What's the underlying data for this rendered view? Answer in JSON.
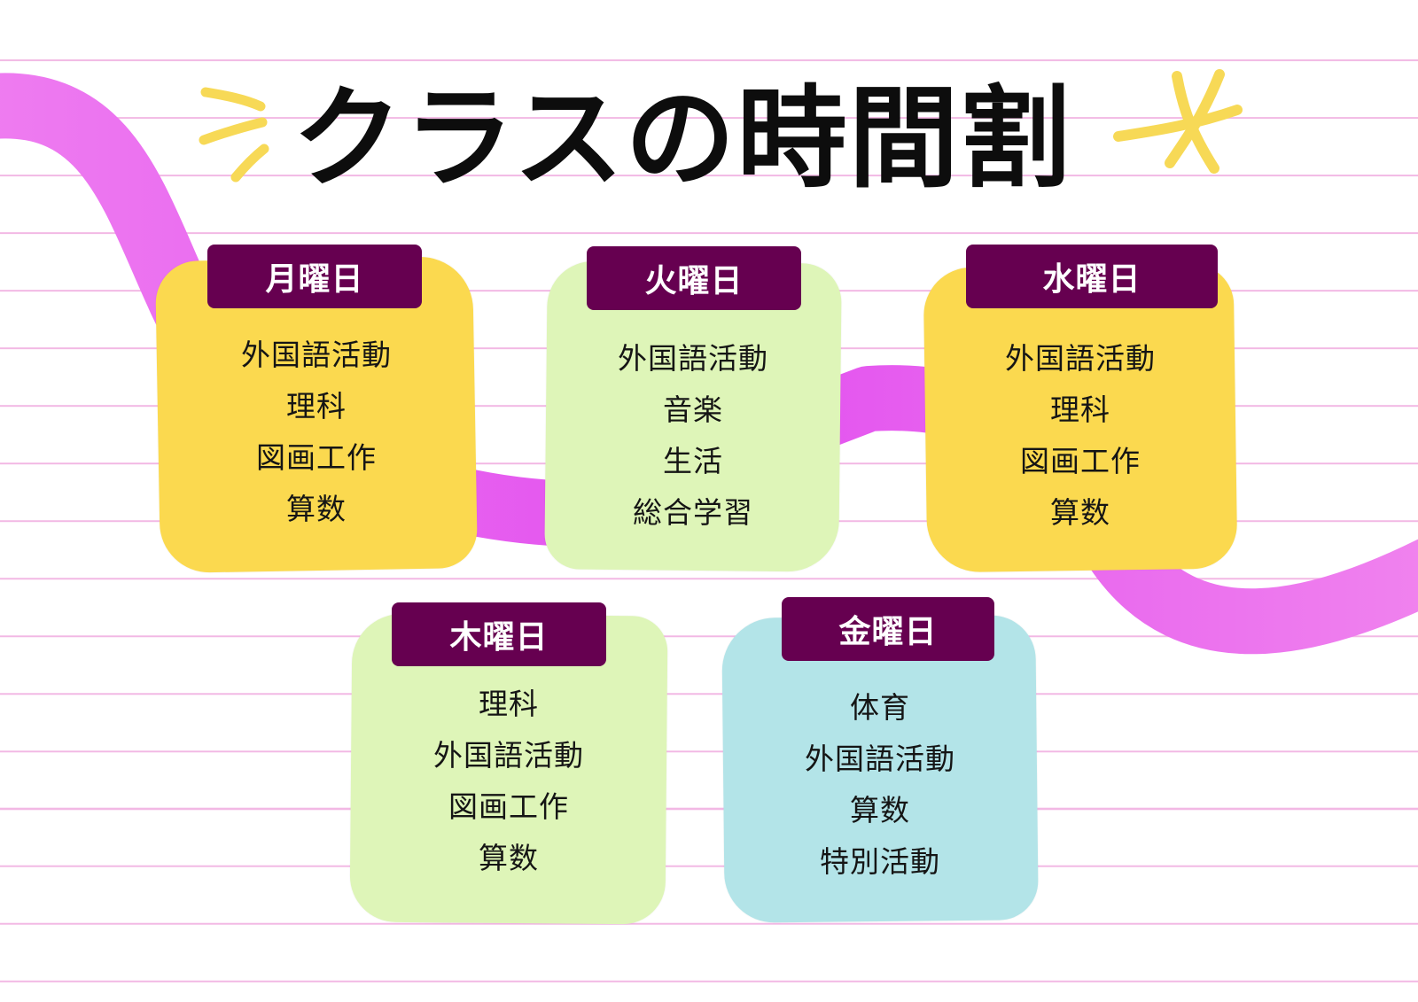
{
  "title": "クラスの時間割",
  "colors": {
    "ribbon": "#e656ef",
    "sparkle": "#f7d956",
    "tab": "#660050",
    "yellow_card": "#fbd94f",
    "green_card": "#def5b8",
    "blue_card": "#b3e4e8",
    "ruled_line": "#f2b8e4"
  },
  "days": [
    {
      "day": "月曜日",
      "subjects": [
        "外国語活動",
        "理科",
        "図画工作",
        "算数"
      ],
      "color": "#fbd94f"
    },
    {
      "day": "火曜日",
      "subjects": [
        "外国語活動",
        "音楽",
        "生活",
        "総合学習"
      ],
      "color": "#def5b8"
    },
    {
      "day": "水曜日",
      "subjects": [
        "外国語活動",
        "理科",
        "図画工作",
        "算数"
      ],
      "color": "#fbd94f"
    },
    {
      "day": "木曜日",
      "subjects": [
        "理科",
        "外国語活動",
        "図画工作",
        "算数"
      ],
      "color": "#def5b8"
    },
    {
      "day": "金曜日",
      "subjects": [
        "体育",
        "外国語活動",
        "算数",
        "特別活動"
      ],
      "color": "#b3e4e8"
    }
  ]
}
